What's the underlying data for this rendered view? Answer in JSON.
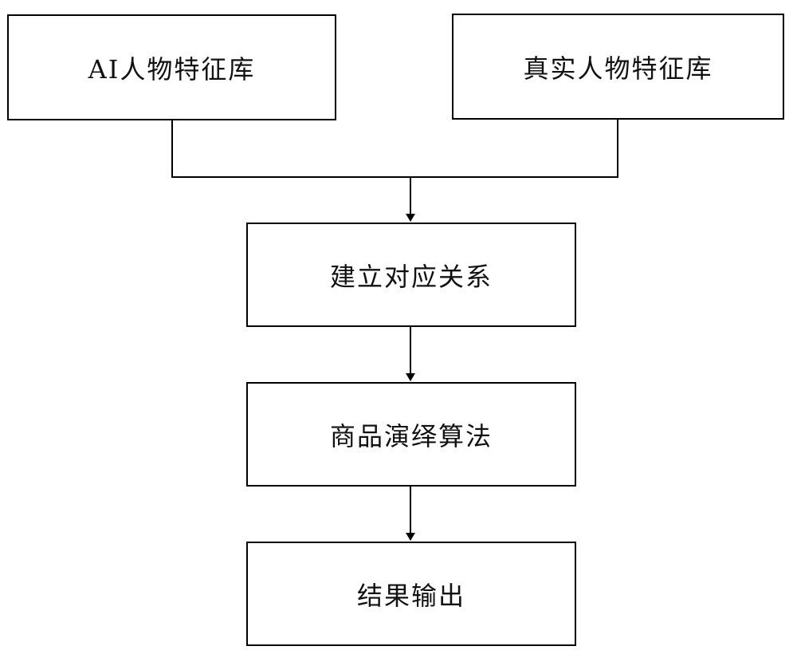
{
  "nodes": {
    "ai_library": "AI人物特征库",
    "real_library": "真实人物特征库",
    "relation": "建立对应关系",
    "algorithm": "商品演绎算法",
    "output": "结果输出"
  },
  "edges": [
    {
      "from": "ai_library",
      "to": "relation"
    },
    {
      "from": "real_library",
      "to": "relation"
    },
    {
      "from": "relation",
      "to": "algorithm"
    },
    {
      "from": "algorithm",
      "to": "output"
    }
  ]
}
